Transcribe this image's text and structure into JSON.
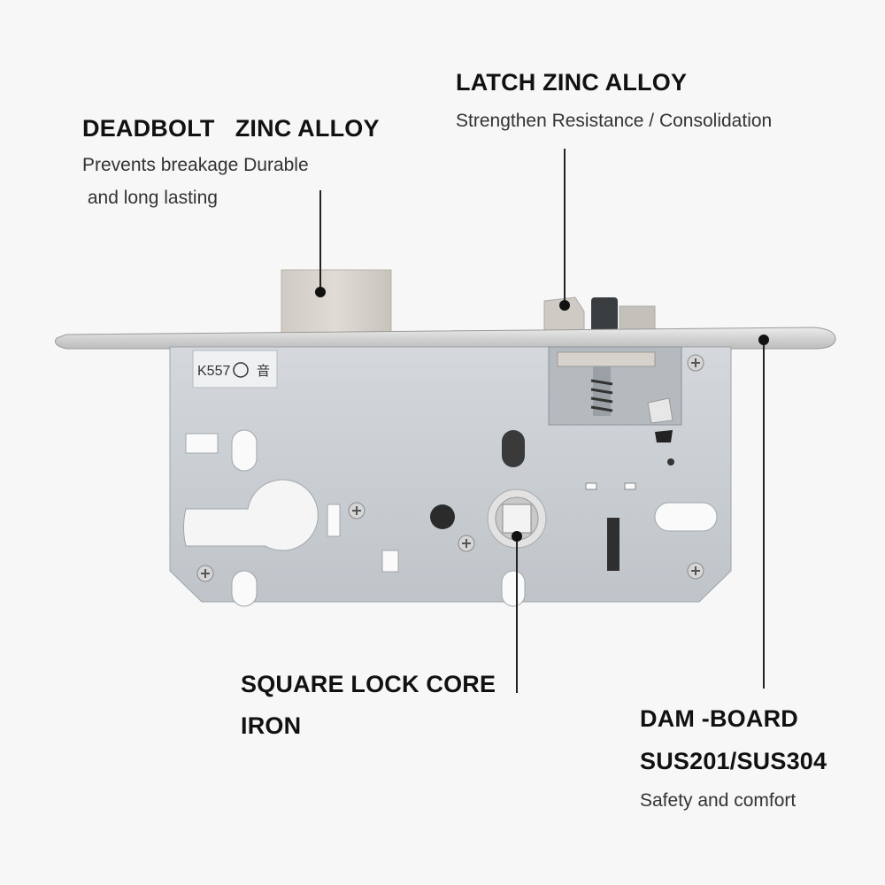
{
  "image_description_labels": {
    "deadbolt": {
      "title": "DEADBOLT   ZINC ALLOY",
      "desc_line1": "Prevents breakage Durable",
      "desc_line2": " and long lasting"
    },
    "latch": {
      "title": "LATCH ZINC ALLOY",
      "desc": "Strengthen Resistance / Consolidation"
    },
    "core": {
      "title_line1": "SQUARE LOCK CORE",
      "title_line2": "IRON"
    },
    "dam": {
      "title_line1": "DAM -BOARD",
      "title_line2": "SUS201/SUS304",
      "desc": "Safety and comfort"
    },
    "stamp": {
      "model": "K557",
      "char": "音"
    }
  },
  "colors": {
    "background": "#f7f7f7",
    "faceplate": "#d9d9d9",
    "body_plate": "#c9ced3",
    "leader": "#222222"
  }
}
